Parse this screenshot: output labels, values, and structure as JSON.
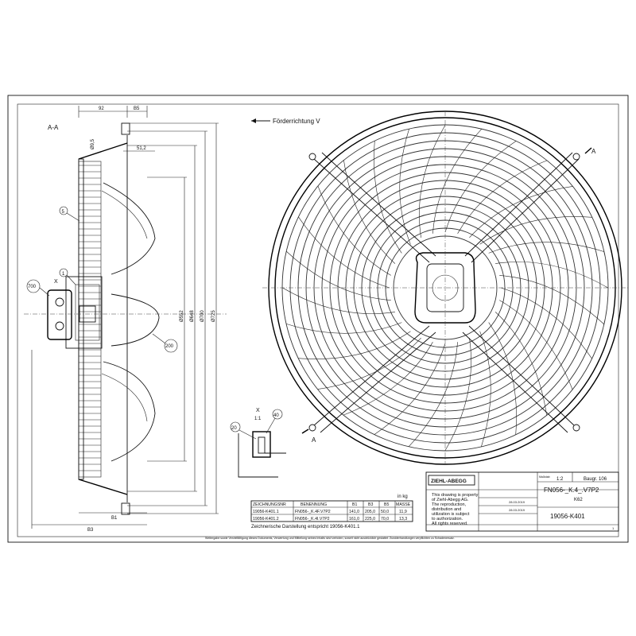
{
  "section": {
    "label": "A-A",
    "dim_92": "92",
    "dim_b5": "B5",
    "dim_9_5": "Ø9,5",
    "dim_51_2": "51,2",
    "dim_552": "Ø552",
    "dim_648": "Ø648",
    "dim_700": "Ø700",
    "dim_725": "Ø725",
    "dim_b1": "B1",
    "dim_b3": "B3",
    "callout_5": "5",
    "callout_1": "1",
    "callout_700": "700",
    "callout_x": "X",
    "callout_200": "200"
  },
  "front": {
    "direction_label": "Förderrichtung V",
    "section_mark": "A"
  },
  "detail": {
    "label": "X",
    "scale": "1:1",
    "callout_20": "20",
    "callout_40": "40"
  },
  "table": {
    "unit": "in kg",
    "headers": [
      "ZEICHNUNGSNR",
      "BENENNUNG",
      "B1",
      "B3",
      "B5",
      "MASSE"
    ],
    "rows": [
      [
        "19056-K401.1",
        "FN056-_K.4F.V7P2",
        "141,0",
        "205,0",
        "50,0",
        "11,9"
      ],
      [
        "19056-K401.2",
        "FN056-_K.4I.V7P2",
        "161,0",
        "225,0",
        "70,0",
        "13,3"
      ]
    ],
    "note": "Zeichnerische Darstellung entspricht 19056-K401.1"
  },
  "title_block": {
    "brand": "ZIEHL-ABEGG",
    "copyright": [
      "This drawing is property",
      "of Ziehl-Abegg AG.",
      "The reproduction,",
      "distribution and",
      "utilization is subject",
      "to authorization.",
      "All rights reserved."
    ],
    "scale_label": "Maßstab",
    "scale_value": "1:2",
    "baugr": "Baugr. 106",
    "designation": "FN056-_K.4_.V7P2",
    "sub_designation": "K62",
    "drawing_number": "19056-K401",
    "date_1": "28.03.2019",
    "date_2": "28.03.2019",
    "sheet": "1"
  },
  "footer_note": "Weitergabe sowie Vervielfältigung dieses Dokuments, Verwertung und Mitteilung seines Inhalts sind verboten, soweit nicht ausdrücklich gestattet. Zuwiderhandlungen verpflichten zu Schadenersatz."
}
